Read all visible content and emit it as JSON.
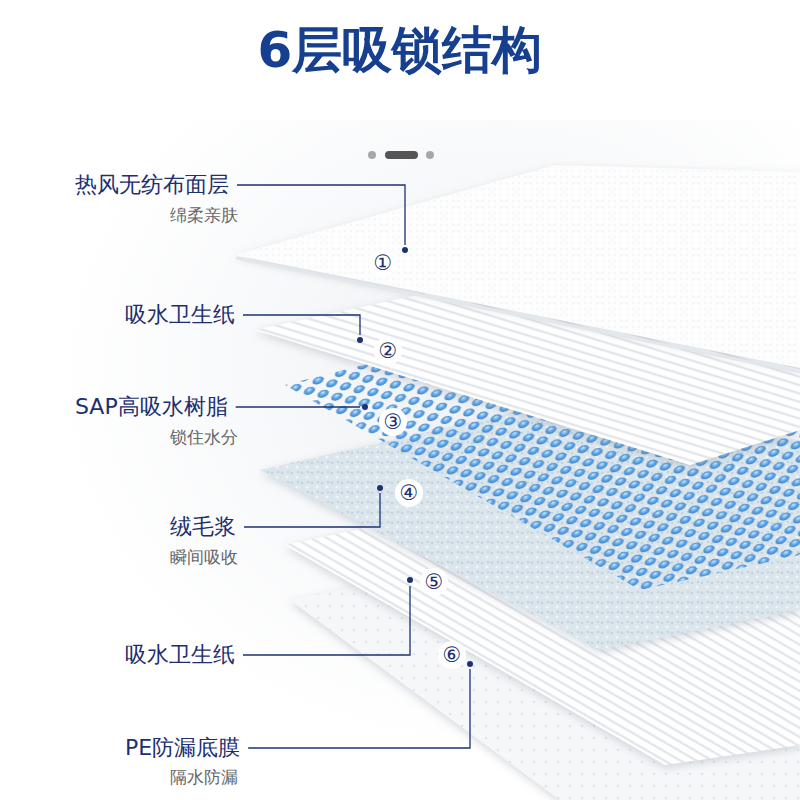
{
  "diagram": {
    "title": "6层吸锁结构",
    "labels": [
      "热风无纺布面层",
      "绵柔亲肤",
      "①",
      "吸水卫生纸",
      "②",
      "SAP高吸水树脂",
      "锁住水分",
      "③",
      "绒毛浆",
      "瞬间吸收",
      "④",
      "⑤",
      "吸水卫生纸",
      "⑥",
      "PE防漏底膜",
      "隔水防漏"
    ]
  }
}
